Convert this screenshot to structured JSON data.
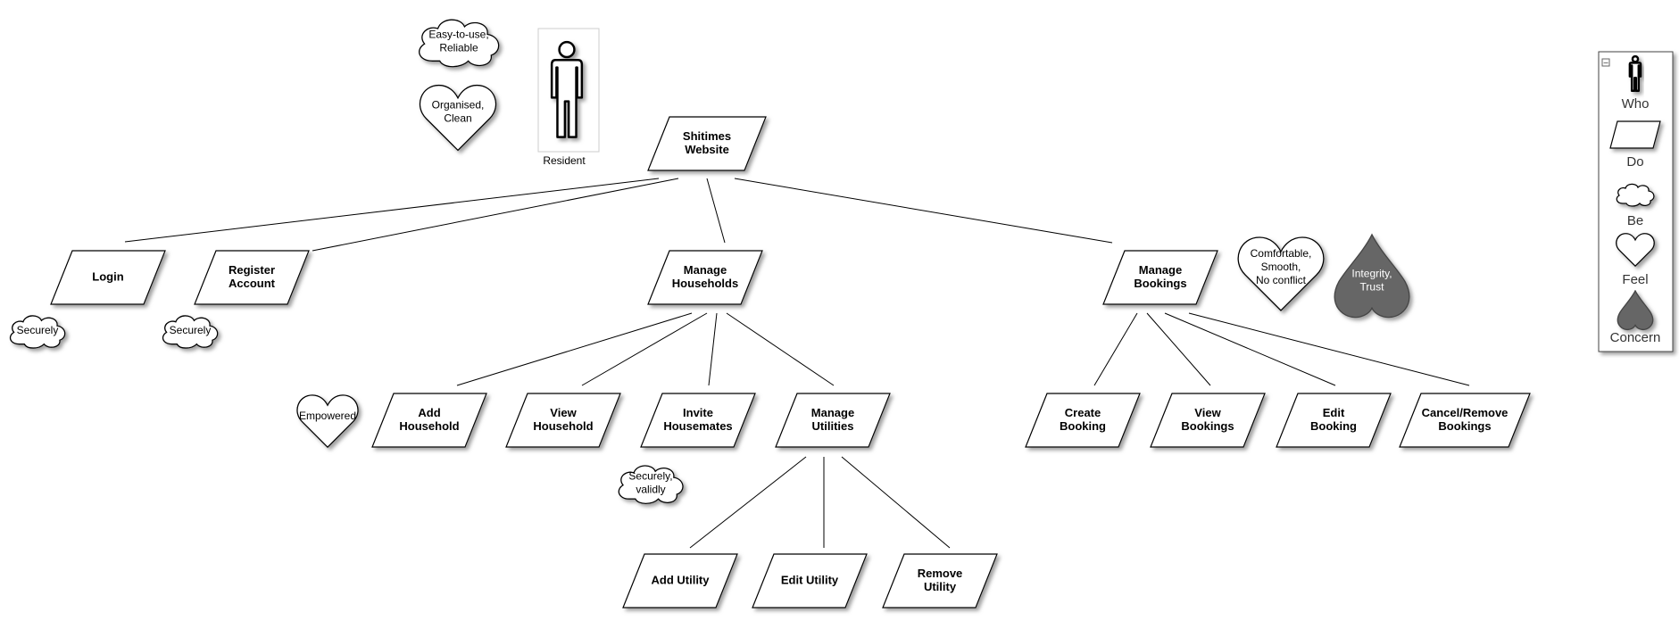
{
  "diagram": {
    "actor": {
      "label": "Resident"
    },
    "goals": {
      "root": [
        "Shitimes",
        "Website"
      ],
      "login": [
        "Login"
      ],
      "register_account": [
        "Register",
        "Account"
      ],
      "manage_households": [
        "Manage",
        "Households"
      ],
      "manage_bookings": [
        "Manage",
        "Bookings"
      ],
      "add_household": [
        "Add",
        "Household"
      ],
      "view_household": [
        "View",
        "Household"
      ],
      "invite_housemates": [
        "Invite",
        "Housemates"
      ],
      "manage_utilities": [
        "Manage",
        "Utilities"
      ],
      "create_booking": [
        "Create",
        "Booking"
      ],
      "view_bookings": [
        "View",
        "Bookings"
      ],
      "edit_booking": [
        "Edit",
        "Booking"
      ],
      "cancel_remove_bookings": [
        "Cancel/Remove",
        "Bookings"
      ],
      "add_utility": [
        "Add Utility"
      ],
      "edit_utility": [
        "Edit Utility"
      ],
      "remove_utility": [
        "Remove",
        "Utility"
      ]
    },
    "qualities": {
      "easy_to_use_reliable": [
        "Easy-to-use,",
        "Reliable"
      ],
      "login_securely": [
        "Securely"
      ],
      "register_securely": [
        "Securely"
      ],
      "invite_securely_validly": [
        "Securely,",
        "validly"
      ]
    },
    "emotions": {
      "organised_clean": [
        "Organised,",
        "Clean"
      ],
      "empowered": [
        "Empowered"
      ],
      "comfortable_smooth_no_conflict": [
        "Comfortable,",
        "Smooth,",
        "No conflict"
      ]
    },
    "concerns": {
      "integrity_trust": [
        "Integrity,",
        "Trust"
      ]
    }
  },
  "legend": {
    "collapse_symbol": "−",
    "items": [
      {
        "label": "Who",
        "icon": "person-icon"
      },
      {
        "label": "Do",
        "icon": "parallelogram-icon"
      },
      {
        "label": "Be",
        "icon": "cloud-icon"
      },
      {
        "label": "Feel",
        "icon": "heart-icon"
      },
      {
        "label": "Concern",
        "icon": "filled-heart-icon"
      }
    ]
  },
  "colors": {
    "stroke": "#000000",
    "shadow": "#777777",
    "concern_fill": "#666666",
    "background": "#ffffff"
  }
}
